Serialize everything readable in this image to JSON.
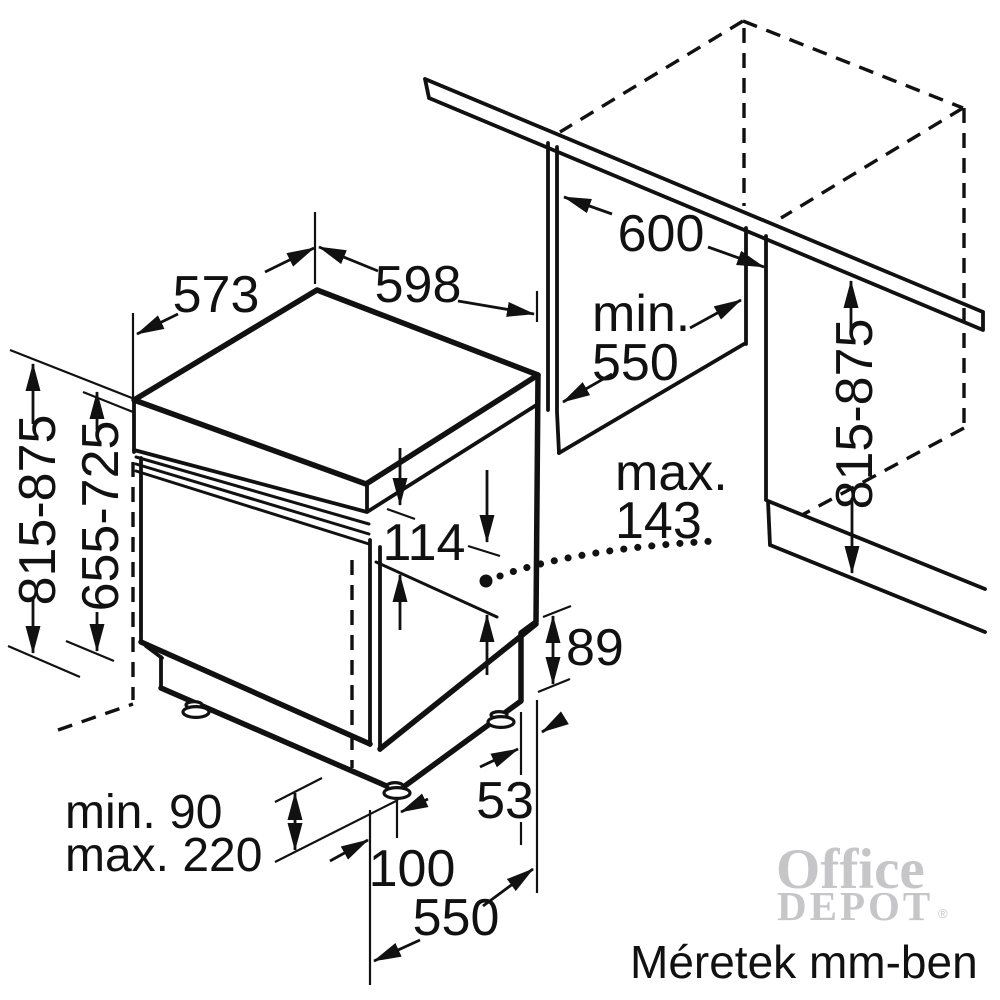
{
  "figure": {
    "caption": "Méretek mm-ben",
    "watermark": {
      "line1": "Office",
      "line2": "DEPOT",
      "reg": "®"
    }
  },
  "dimensions": {
    "appliance_depth": "573",
    "appliance_width": "598",
    "appliance_height": "815-875",
    "door_panel_height": "655-725",
    "fascia_height": "114",
    "door_projection_label": "max.",
    "door_projection_value": "143",
    "plinth_recess": "89",
    "rear_foot_offset": "53",
    "front_foot_inset": "100",
    "appliance_total_depth": "550",
    "plinth_min": "min. 90",
    "plinth_max": "max. 220",
    "niche_width": "600",
    "niche_depth_label": "min.",
    "niche_depth_value": "550",
    "niche_height": "815-875"
  }
}
